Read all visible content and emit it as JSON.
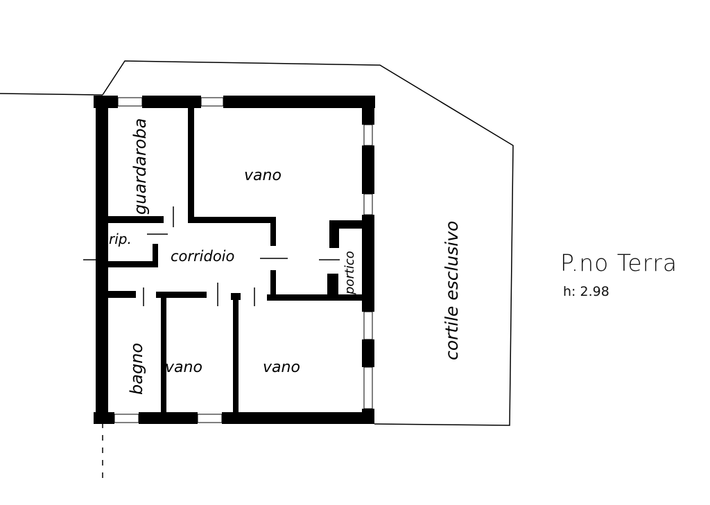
{
  "plan": {
    "floor_title": "P.no Terra",
    "height_label": "h: 2.98",
    "rooms": {
      "guardaroba": "guardaroba",
      "ripostiglio": "rip.",
      "corridoio": "corridoio",
      "vano_top": "vano",
      "portico": "portico",
      "bagno": "bagno",
      "vano_small": "vano",
      "vano_bottom": "vano",
      "cortile": "cortile esclusivo"
    }
  }
}
